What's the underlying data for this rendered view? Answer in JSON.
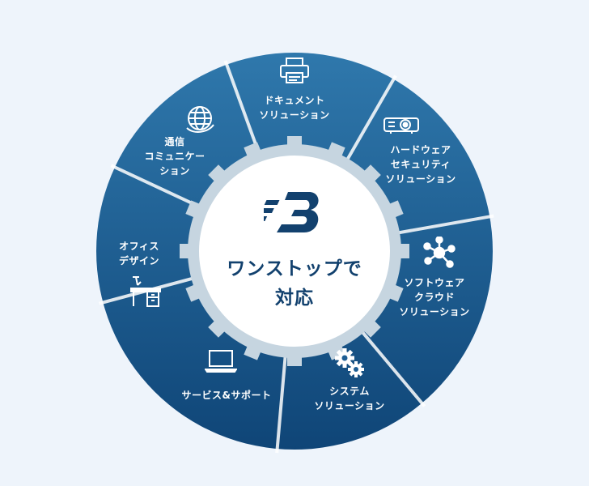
{
  "center": {
    "title": "ワンストップで\n対応"
  },
  "segments": [
    {
      "label": "ドキュメント\nソリューション",
      "icon": "printer-icon"
    },
    {
      "label": "ハードウェア\nセキュリティ\nソリューション",
      "icon": "projector-icon"
    },
    {
      "label": "ソフトウェア\nクラウド\nソリューション",
      "icon": "network-icon"
    },
    {
      "label": "システム\nソリューション",
      "icon": "gears-icon"
    },
    {
      "label": "サービス&サポート",
      "icon": "laptop-icon"
    },
    {
      "label": "オフィス\nデザイン",
      "icon": "desk-icon"
    },
    {
      "label": "通信\nコミュニケー\nション",
      "icon": "globe-icon"
    }
  ],
  "colors": {
    "outer_top": "#2f78ac",
    "outer_bottom": "#0f4577",
    "ring": "#c6d5e0",
    "center_text": "#12416e",
    "background": "#eef4fb"
  }
}
